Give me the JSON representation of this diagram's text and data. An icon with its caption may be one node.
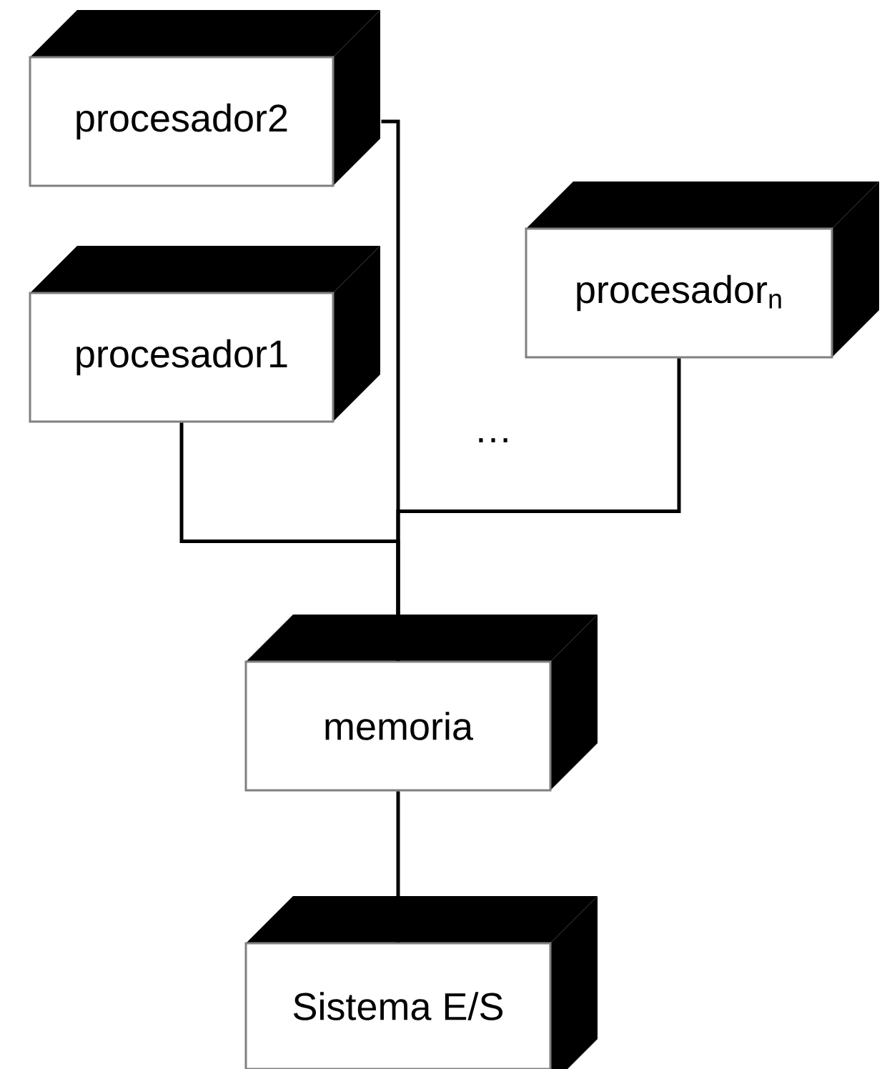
{
  "diagram": {
    "nodes": [
      {
        "text": [
          "procesador2"
        ]
      },
      {
        "text": [
          "procesador1"
        ]
      },
      {
        "text": [
          "procesador$_{n}$"
        ]
      },
      {
        "text": [
          "memoria"
        ]
      },
      {
        "text": [
          "Sistema E/S"
        ]
      }
    ],
    "edges": [
      {
        "from": 0,
        "to": 3,
        "arrow": "none"
      },
      {
        "from": 1,
        "to": 3,
        "arrow": "none"
      },
      {
        "from": 2,
        "to": 3,
        "arrow": "none"
      },
      {
        "from": 3,
        "to": 4,
        "arrow": "none"
      }
    ],
    "labels": [
      "…"
    ]
  }
}
